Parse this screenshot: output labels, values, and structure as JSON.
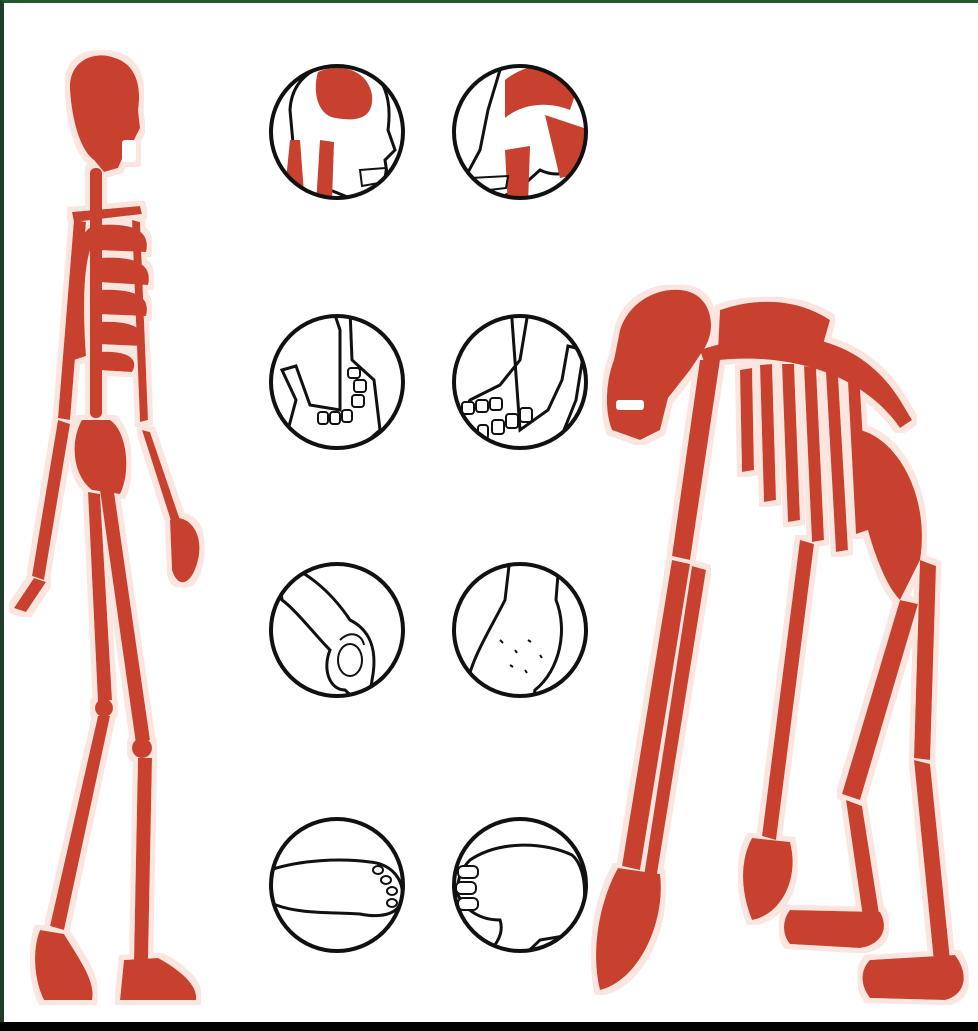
{
  "figure": {
    "subjects": [
      "human-skeleton",
      "chimpanzee-skeleton"
    ],
    "comparison_rows": [
      "skull",
      "jaw",
      "hand",
      "foot"
    ],
    "colors": {
      "bone": "#c8412e",
      "halo": "#fbe5df",
      "outline": "#111111",
      "background": "#ffffff",
      "frame": "#1e5a2e"
    }
  }
}
